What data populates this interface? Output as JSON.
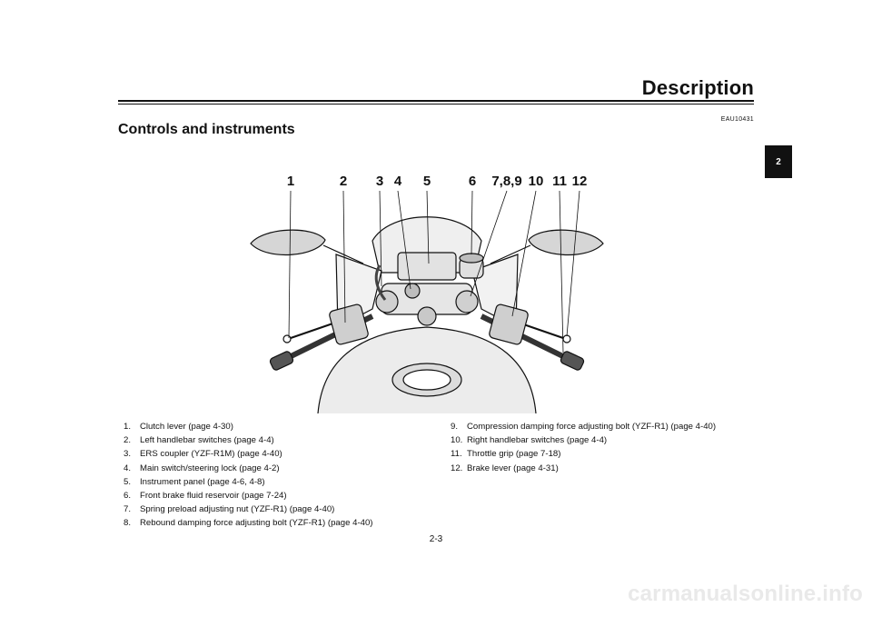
{
  "header": {
    "title": "Description",
    "code": "EAU10431"
  },
  "section": {
    "title": "Controls and instruments"
  },
  "chapter_tab": "2",
  "figure": {
    "callouts": [
      "1",
      "2",
      "3",
      "4",
      "5",
      "6",
      "7,8,9",
      "10",
      "11",
      "12"
    ]
  },
  "legend_left": [
    {
      "num": "1.",
      "text": "Clutch lever (page 4-30)"
    },
    {
      "num": "2.",
      "text": "Left handlebar switches (page 4-4)"
    },
    {
      "num": "3.",
      "text": "ERS coupler (YZF-R1M) (page 4-40)"
    },
    {
      "num": "4.",
      "text": "Main switch/steering lock (page 4-2)"
    },
    {
      "num": "5.",
      "text": "Instrument panel (page 4-6, 4-8)"
    },
    {
      "num": "6.",
      "text": "Front brake fluid reservoir (page 7-24)"
    },
    {
      "num": "7.",
      "text": "Spring preload adjusting nut (YZF-R1) (page 4-40)"
    },
    {
      "num": "8.",
      "text": "Rebound damping force adjusting bolt (YZF-R1) (page 4-40)"
    }
  ],
  "legend_right": [
    {
      "num": "9.",
      "text": "Compression damping force adjusting bolt (YZF-R1) (page 4-40)"
    },
    {
      "num": "10.",
      "text": "Right handlebar switches (page 4-4)"
    },
    {
      "num": "11.",
      "text": "Throttle grip (page 7-18)"
    },
    {
      "num": "12.",
      "text": "Brake lever (page 4-31)"
    }
  ],
  "page_number": "2-3",
  "watermark": "carmanualsonline.info"
}
